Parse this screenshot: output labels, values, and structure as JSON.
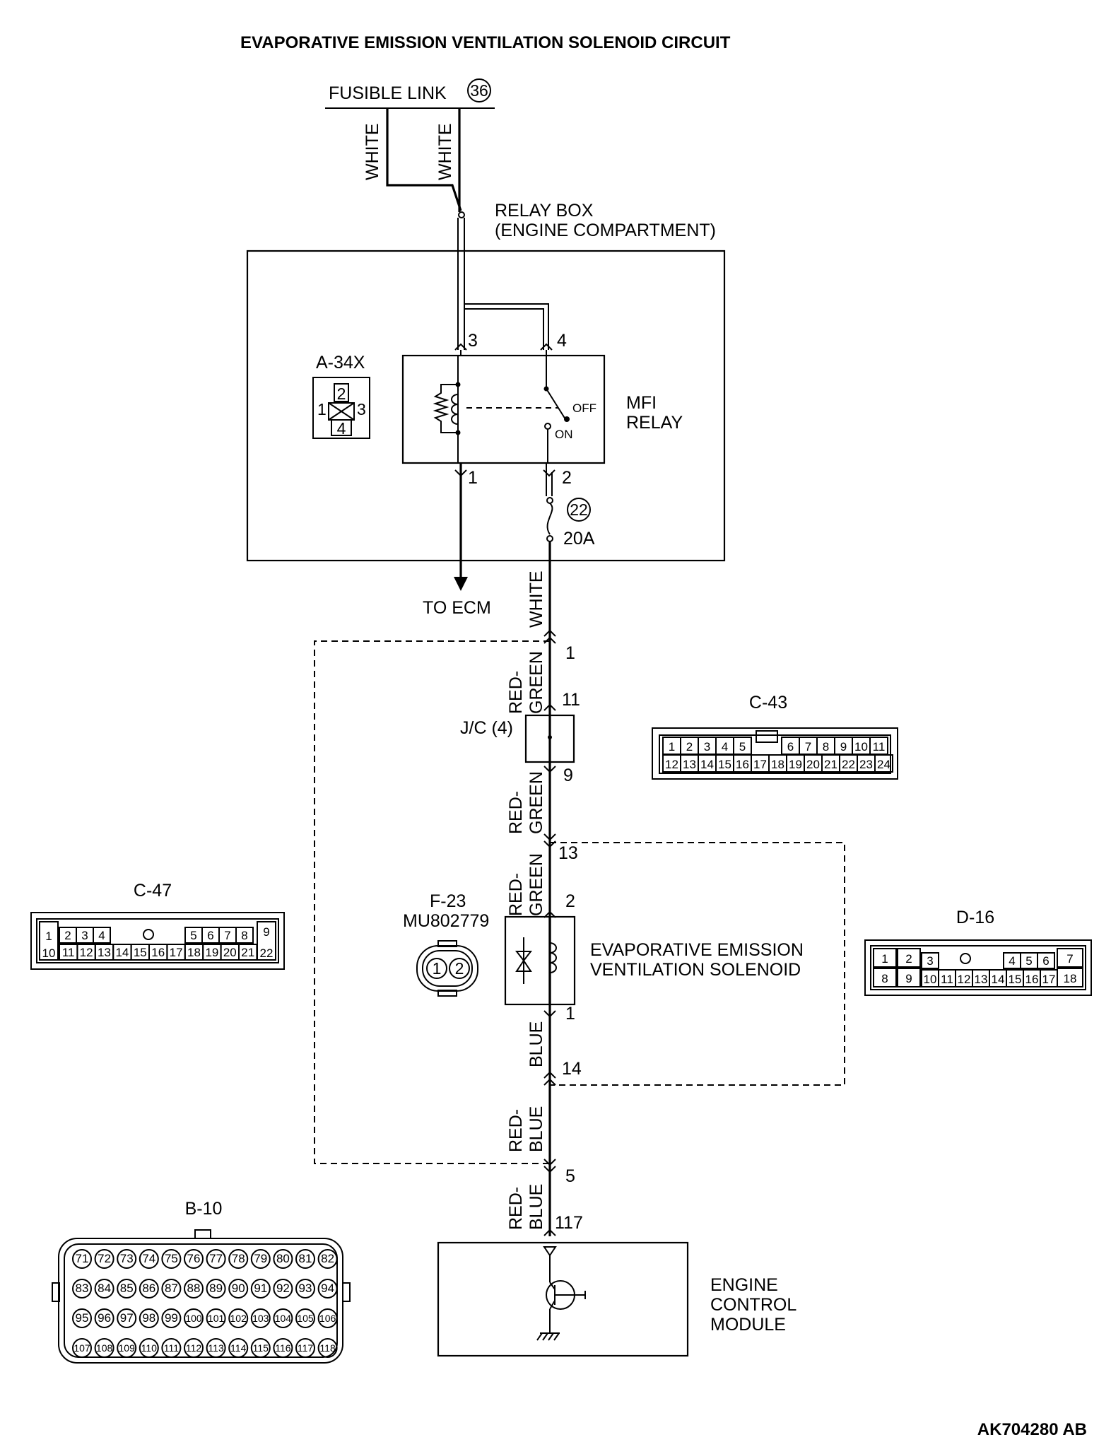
{
  "title": "EVAPORATIVE EMISSION VENTILATION SOLENOID CIRCUIT",
  "fusible_link": {
    "label": "FUSIBLE LINK",
    "number": "36"
  },
  "wires": {
    "white": "WHITE",
    "red_green_1": "RED-",
    "red_green_2": "GREEN",
    "red_blue_1": "RED-",
    "red_blue_2": "BLUE",
    "blue": "BLUE"
  },
  "relay_box": {
    "line1": "RELAY BOX",
    "line2": "(ENGINE COMPARTMENT)"
  },
  "relay": {
    "connector": "A-34X",
    "pins": [
      "1",
      "2",
      "3",
      "4"
    ],
    "name_line1": "MFI",
    "name_line2": "RELAY",
    "off_label": "OFF",
    "on_label": "ON"
  },
  "fuse": {
    "number": "22",
    "rating": "20A"
  },
  "to_ecm": "TO ECM",
  "pin_labels": {
    "jc_in_1": "1",
    "jc_11": "11",
    "jc_9": "9",
    "term_13": "13",
    "sol_2": "2",
    "sol_1": "1",
    "term_14": "14",
    "term_5": "5",
    "ecm_117": "117"
  },
  "junction": "J/C (4)",
  "solenoid": {
    "connector": "F-23",
    "part": "MU802779",
    "pins": [
      "1",
      "2"
    ],
    "name_line1": "EVAPORATIVE EMISSION",
    "name_line2": "VENTILATION SOLENOID"
  },
  "ecm": {
    "line1": "ENGINE",
    "line2": "CONTROL",
    "line3": "MODULE"
  },
  "connectors": {
    "c43": {
      "name": "C-43",
      "row1": [
        "1",
        "2",
        "3",
        "4",
        "5",
        "6",
        "7",
        "8",
        "9",
        "10",
        "11"
      ],
      "row2": [
        "12",
        "13",
        "14",
        "15",
        "16",
        "17",
        "18",
        "19",
        "20",
        "21",
        "22",
        "23",
        "24"
      ]
    },
    "c47": {
      "name": "C-47",
      "row1": [
        "1",
        "2",
        "3",
        "4",
        "5",
        "6",
        "7",
        "8",
        "9"
      ],
      "row2": [
        "10",
        "11",
        "12",
        "13",
        "14",
        "15",
        "16",
        "17",
        "18",
        "19",
        "20",
        "21",
        "22"
      ]
    },
    "d16": {
      "name": "D-16",
      "row1": [
        "1",
        "2",
        "3",
        "4",
        "5",
        "6",
        "7"
      ],
      "row2": [
        "8",
        "9",
        "10",
        "11",
        "12",
        "13",
        "14",
        "15",
        "16",
        "17",
        "18"
      ]
    },
    "b10": {
      "name": "B-10",
      "rows": [
        [
          "71",
          "72",
          "73",
          "74",
          "75",
          "76",
          "77",
          "78",
          "79",
          "80",
          "81",
          "82"
        ],
        [
          "83",
          "84",
          "85",
          "86",
          "87",
          "88",
          "89",
          "90",
          "91",
          "92",
          "93",
          "94"
        ],
        [
          "95",
          "96",
          "97",
          "98",
          "99",
          "100",
          "101",
          "102",
          "103",
          "104",
          "105",
          "106"
        ],
        [
          "107",
          "108",
          "109",
          "110",
          "111",
          "112",
          "113",
          "114",
          "115",
          "116",
          "117",
          "118"
        ]
      ]
    }
  },
  "figure_code": "AK704280 AB"
}
